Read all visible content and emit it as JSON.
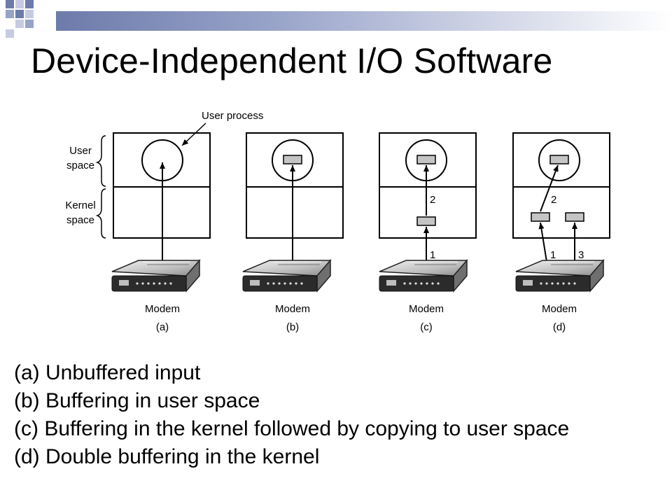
{
  "slide": {
    "title": "Device-Independent I/O Software",
    "accent_colors": {
      "dark": "#6d7bab",
      "mid": "#98a3c9",
      "light": "#c6cbe3"
    }
  },
  "diagram": {
    "user_process_label": "User process",
    "user_space_label": [
      "User",
      "space"
    ],
    "kernel_space_label": [
      "Kernel",
      "space"
    ],
    "panels": [
      {
        "device_label": "Modem",
        "panel_label": "(a)",
        "arrow_labels": []
      },
      {
        "device_label": "Modem",
        "panel_label": "(b)",
        "arrow_labels": []
      },
      {
        "device_label": "Modem",
        "panel_label": "(c)",
        "arrow_labels": [
          "1",
          "2"
        ]
      },
      {
        "device_label": "Modem",
        "panel_label": "(d)",
        "arrow_labels": [
          "1",
          "2",
          "3"
        ]
      }
    ]
  },
  "captions": [
    "(a) Unbuffered input",
    "(b) Buffering in user space",
    "(c) Buffering in the kernel followed by copying to user space",
    "(d) Double buffering in the kernel"
  ]
}
